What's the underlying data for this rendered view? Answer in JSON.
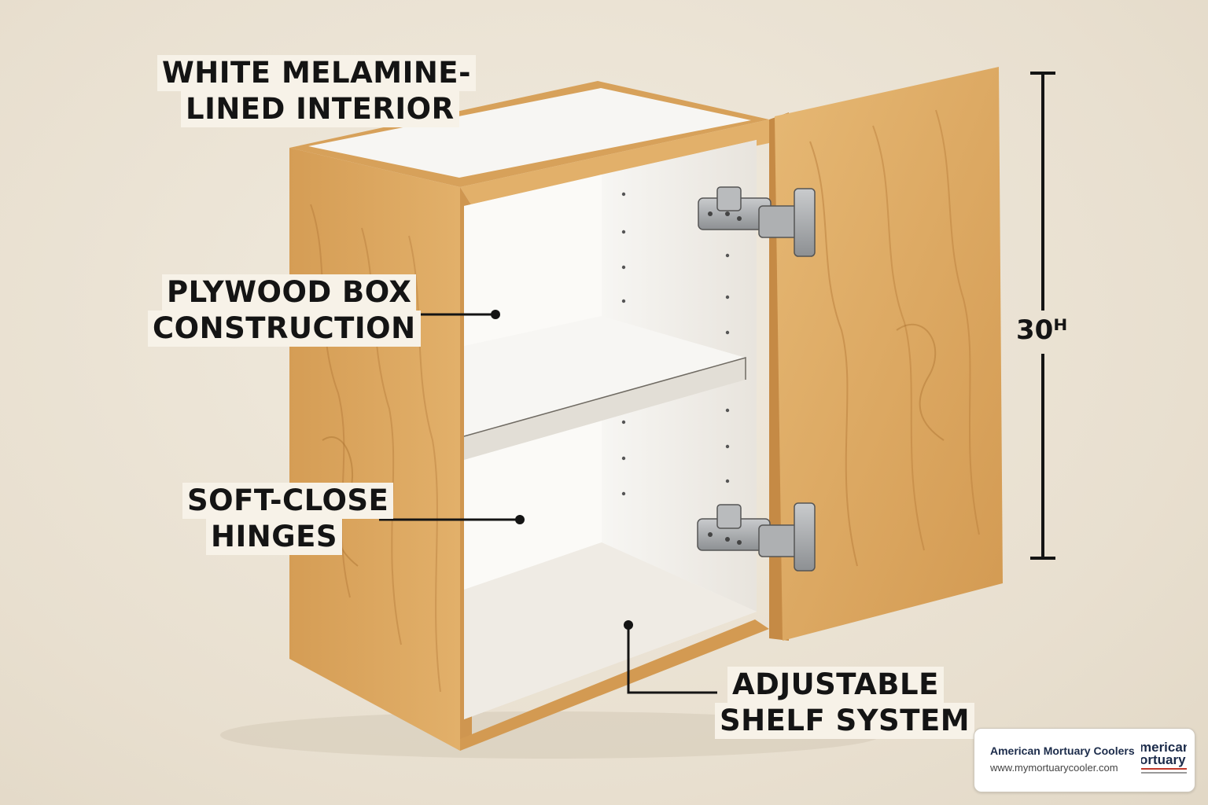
{
  "labels": {
    "interior_line1": "WHITE MELAMINE-",
    "interior_line2": "LINED INTERIOR",
    "box_line1": "PLYWOOD BOX",
    "box_line2": "CONSTRUCTION",
    "hinges_line1": "SOFT-CLOSE",
    "hinges_line2": "HINGES",
    "shelf_line1": "ADJUSTABLE",
    "shelf_line2": "SHELF SYSTEM"
  },
  "dimension": {
    "height_label": "30ᴴ"
  },
  "brand": {
    "name": "American Mortuary Coolers",
    "url": "www.mymortuarycooler.com",
    "logo_text_1": "merican",
    "logo_text_2": "ortuary"
  },
  "colors": {
    "wood": "#d9a45c",
    "wood_dark": "#b98240",
    "interior": "#f4f2ee",
    "hinge": "#a7a9ab",
    "background": "#ece4d5"
  }
}
